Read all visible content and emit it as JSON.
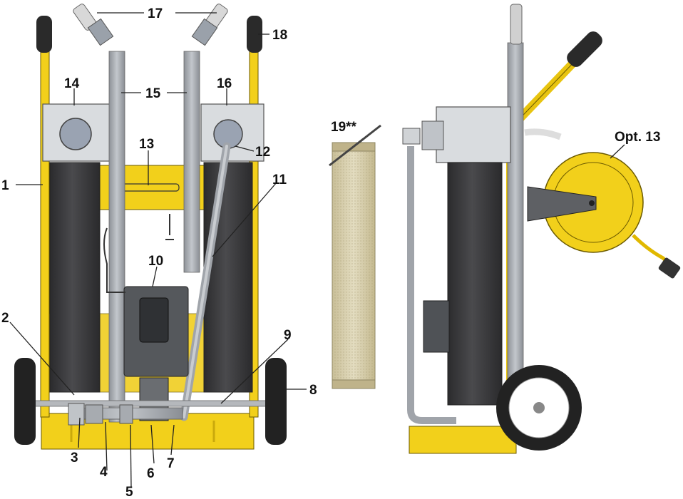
{
  "colors": {
    "frame_yellow": "#f2d01b",
    "frame_shadow": "#c9a90c",
    "filter_dark": "#3a3a3c",
    "pipe_gray": "#a9adb3",
    "housing_silver": "#d9dcdf",
    "tire_black": "#222222",
    "element_beige": "#d8cfae",
    "leader": "#222222"
  },
  "callouts": {
    "c1": "1",
    "c2": "2",
    "c3": "3",
    "c4": "4",
    "c5": "5",
    "c6": "6",
    "c7": "7",
    "c8": "8",
    "c9": "9",
    "c10": "10",
    "c11": "11",
    "c12": "12",
    "c13": "13",
    "c14": "14",
    "c15": "15",
    "c16": "16",
    "c17": "17",
    "c18": "18",
    "c19": "19**",
    "opt13": "Opt. 13"
  }
}
